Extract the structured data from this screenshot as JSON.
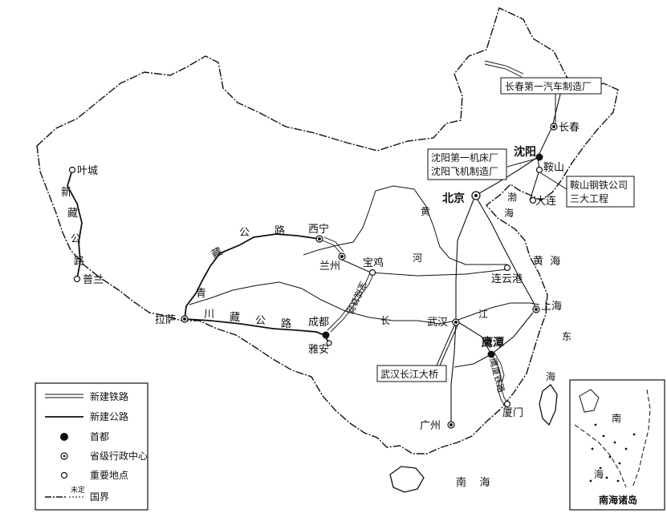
{
  "cities": {
    "yecheng": "叶城",
    "pulan": "普兰",
    "lasa": "拉萨",
    "xining": "西宁",
    "lanzhou": "兰州",
    "baoji": "宝鸡",
    "chengdu": "成都",
    "yaan": "雅安",
    "beijing": "北京",
    "shenyang": "沈阳",
    "changchun": "长春",
    "anshan": "鞍山",
    "dalian": "大连",
    "lianyungang": "连云港",
    "shanghai": "上海",
    "wuhan": "武汉",
    "yingtan": "鹰潭",
    "xiamen": "厦门",
    "guangzhou": "广州"
  },
  "roads": {
    "xinzang": [
      "新",
      "藏",
      "公",
      "路"
    ],
    "qingzang": [
      "青",
      "藏",
      "公",
      "路"
    ],
    "chuanzang": [
      "川",
      "藏",
      "公",
      "路"
    ]
  },
  "railways": {
    "baocheng": "宝成铁路",
    "yingxia": "鹰厦铁路"
  },
  "water": {
    "huanghe": [
      "黄",
      "河"
    ],
    "changjiang": [
      "长",
      "江"
    ],
    "bohai": [
      "渤",
      "海"
    ],
    "huanghai": "黄  海",
    "donghai": [
      "东",
      "海"
    ],
    "nanhai": "南    海",
    "inset_nan": "南",
    "inset_hai": "海"
  },
  "annotations": {
    "changchun_factory": "长春第一汽车制造厂",
    "shenyang_factory_1": "沈阳第一机床厂",
    "shenyang_factory_2": "沈阳飞机制造厂",
    "anshan_steel_1": "鞍山钢铁公司",
    "anshan_steel_2": "三大工程",
    "wuhan_bridge": "武汉长江大桥"
  },
  "inset": {
    "title": "南海诸岛"
  },
  "legend": {
    "new_railway": "新建铁路",
    "new_road": "新建公路",
    "capital": "首都",
    "provincial_center": "省级行政中心",
    "important_place": "重要地点",
    "border_undetermined": "未定",
    "border": "国界"
  }
}
